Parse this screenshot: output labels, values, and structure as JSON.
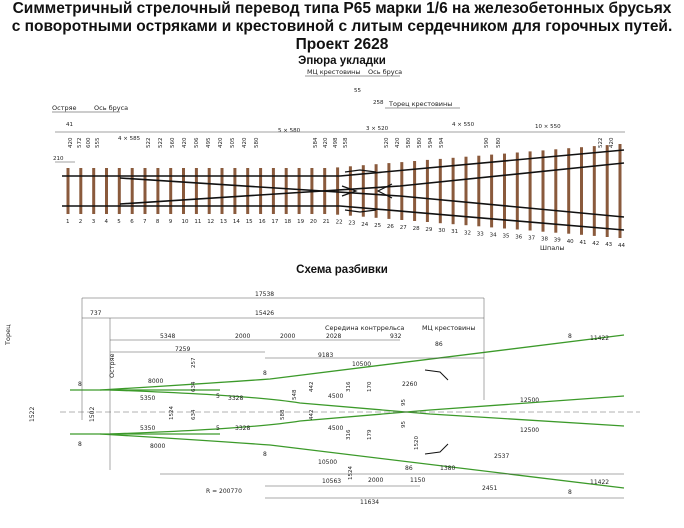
{
  "header": {
    "title_line1": "Симметричный стрелочный перевод типа Р65 марки 1/6 на железобетонных брусьях",
    "title_line2": "с поворотными остряками и крестовиной с литым сердечником для горочных путей.",
    "title_line3": "Проект 2628"
  },
  "layout_plan": {
    "title": "Эпюра укладки",
    "labels": {
      "frog_center": "МЦ крестовины",
      "tie_axis_right": "Ось бруса",
      "frog_end": "Торец крестовины",
      "point": "Остряе",
      "tie_axis_left": "Ось бруса",
      "sleepers": "Шпалы"
    },
    "dims": {
      "d_55": "55",
      "d_258": "258",
      "d_210": "210",
      "d_41": "41",
      "d_420": "420",
      "d_572": "572",
      "d_600": "600",
      "d_555": "555",
      "d_4x585": "4 × 585",
      "d_5x580": "5 × 580",
      "d_3x520": "3 × 520",
      "d_4x550": "4 × 550",
      "d_10x550": "10 × 550",
      "tick_left": [
        "522",
        "522",
        "560",
        "420",
        "506",
        "495",
        "420",
        "505",
        "420",
        "580"
      ],
      "tick_mid": [
        "584",
        "420",
        "498",
        "558"
      ],
      "tick_right1": [
        "520",
        "420",
        "580",
        "580",
        "594",
        "594"
      ],
      "tick_right2": [
        "590",
        "580"
      ],
      "tick_end": [
        "522",
        "420"
      ]
    },
    "numbers": [
      "1",
      "2",
      "3",
      "4",
      "5",
      "6",
      "7",
      "8",
      "9",
      "10",
      "11",
      "12",
      "13",
      "14",
      "15",
      "16",
      "17",
      "18",
      "19",
      "20",
      "21",
      "22",
      "23",
      "24",
      "25",
      "26",
      "27",
      "28",
      "29",
      "30",
      "31",
      "32",
      "33",
      "34",
      "35",
      "36",
      "37",
      "38",
      "39",
      "40",
      "41",
      "42",
      "43",
      "44"
    ]
  },
  "scheme": {
    "title": "Схема разбивки",
    "labels": {
      "rail_end": "Торец",
      "point": "Остряе",
      "guard_center": "Середина контррельса",
      "frog_center": "МЦ крестовины",
      "radius": "R = 200770"
    },
    "dims": {
      "d_17538": "17538",
      "d_737": "737",
      "d_15426": "15426",
      "d_5348": "5348",
      "d_2000a": "2000",
      "d_2000b": "2000",
      "d_2028": "2028",
      "d_932": "932",
      "d_86a": "86",
      "d_7259": "7259",
      "d_9183": "9183",
      "d_10500a": "10500",
      "d_10500b": "10500",
      "d_8000a": "8000",
      "d_8000b": "8000",
      "d_5350a": "5350",
      "d_5350b": "5350",
      "d_3328a": "3328",
      "d_3328b": "3328",
      "d_257": "257",
      "d_634a": "634",
      "d_634b": "634",
      "d_1524a": "1524",
      "d_1522": "1522",
      "d_1502": "1502",
      "d_588": "588",
      "d_548": "548",
      "d_442a": "442",
      "d_442b": "442",
      "d_4500a": "4500",
      "d_4500b": "4500",
      "d_316a": "316",
      "d_316b": "316",
      "d_170": "170",
      "d_179": "179",
      "d_95a": "95",
      "d_95b": "95",
      "d_2260": "2260",
      "d_1520": "1520",
      "d_11422a": "11422",
      "d_11422b": "11422",
      "d_12500a": "12500",
      "d_12500b": "12500",
      "d_2537": "2537",
      "d_1380": "1380",
      "d_1150": "1150",
      "d_86b": "86",
      "d_2000c": "2000",
      "d_1524b": "1524",
      "d_10563": "10563",
      "d_2451": "2451",
      "d_11634": "11634",
      "n_8": "8",
      "n_5": "5"
    }
  },
  "colors": {
    "rail": "#222222",
    "sleeper": "#8a5a3c",
    "green": "#3c9a2a"
  }
}
